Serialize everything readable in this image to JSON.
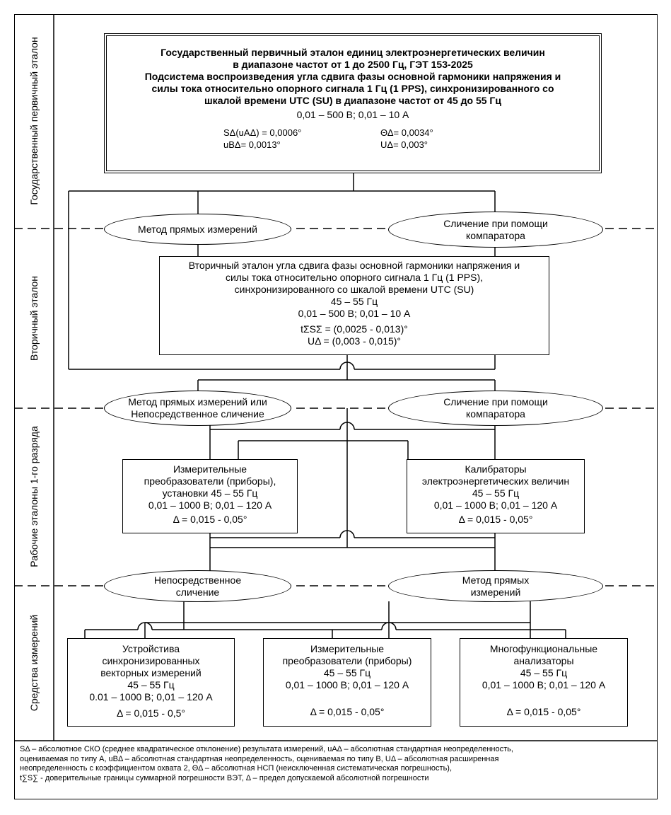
{
  "bands": {
    "state": "Государственный первичный эталон",
    "secondary": "Вторичный эталон",
    "working": "Рабочие эталоны 1-го разряда",
    "instruments": "Средства измерений"
  },
  "primary": {
    "title_line1": "Государственный первичный эталон единиц электроэнергетических величин",
    "title_line2": "в диапазоне частот от 1 до 2500 Гц, ГЭТ 153-2025",
    "sub_line1": "Подсистема воспроизведения угла сдвига фазы основной гармоники напряжения и",
    "sub_line2": "силы тока относительно опорного сигнала 1 Гц (1 PPS), синхронизированного со",
    "sub_line3": "шкалой времени UTC (SU) в диапазоне частот от 45 до 55 Гц",
    "range": "0,01 – 500 В; 0,01 – 10 А",
    "s_delta": "SΔ(uAΔ) = 0,0006°",
    "u_b_delta": "uBΔ= 0,0013°",
    "theta_delta": "ΘΔ= 0,0034°",
    "u_delta": "UΔ= 0,003°"
  },
  "ovals_1": {
    "left": "Метод прямых измерений",
    "right_line1": "Сличение при помощи",
    "right_line2": "компаратора"
  },
  "secondary_box": {
    "line1": "Вторичный эталон угла сдвига фазы основной гармоники напряжения и",
    "line2": "силы тока относительно опорного сигнала  1 Гц (1 PPS),",
    "line3": "синхронизированного со шкалой времени UTC (SU)",
    "freq": "45 – 55 Гц",
    "range": "0,01 – 500 В; 0,01 – 10 А",
    "t_s": "tΣSΣ = (0,0025 - 0,013)°",
    "u_delta": "UΔ = (0,003 - 0,015)°"
  },
  "ovals_2": {
    "left_line1": "Метод прямых измерений или",
    "left_line2": "Непосредственное сличение",
    "right_line1": "Сличение при помощи",
    "right_line2": "компаратора"
  },
  "working_left": {
    "line1": "Измерительные",
    "line2": "преобразователи (приборы),",
    "line3": "установки 45 – 55 Гц",
    "range": "0,01 – 1000 В; 0,01 – 120 А",
    "delta": "Δ = 0,015 - 0,05°"
  },
  "working_right": {
    "line1": "Калибраторы",
    "line2": "электроэнергетических величин",
    "freq": "45 – 55 Гц",
    "range": "0,01 – 1000 В; 0,01 – 120 А",
    "delta": "Δ = 0,015 - 0,05°"
  },
  "ovals_3": {
    "left_line1": "Непосредственное",
    "left_line2": "сличение",
    "right_line1": "Метод прямых",
    "right_line2": "измерений"
  },
  "inst_left": {
    "line1": "Устройстива",
    "line2": "синхронизированных",
    "line3": "векторных измерений",
    "freq": "45 – 55 Гц",
    "range": "0.01 – 1000 В; 0,01 – 120 А",
    "delta": "Δ = 0,015 - 0,5°"
  },
  "inst_mid": {
    "line1": "Измерительные",
    "line2": "преобразователи (приборы)",
    "freq": "45 – 55 Гц",
    "range": "0,01 – 1000 В; 0,01 – 120 А",
    "delta": "Δ = 0,015 - 0,05°"
  },
  "inst_right": {
    "line1": "Многофункциональные",
    "line2": "анализаторы",
    "freq": "45 – 55 Гц",
    "range": "0,01 – 1000 В; 0,01 – 120 А",
    "delta": "Δ = 0,015 - 0,05°"
  },
  "legend": {
    "line1": "SΔ – абсолютное СКО (среднее квадратическое отклонение) результата измерений, uAΔ – абсолютная стандартная неопределенность,",
    "line2": "оцениваемая по типу А, uBΔ – абсолютная стандартная неопределенность, оцениваемая по типу В, UΔ – абсолютная расширенная",
    "line3": "неопределенность с коэффициентом охвата 2, ΘΔ – абсолютная НСП (неисключенная систематическая погрешность),",
    "line4": "t∑S∑ - доверительные границы суммарной погрешности ВЭТ, Δ – предел допускаемой абсолютной погрешности"
  }
}
